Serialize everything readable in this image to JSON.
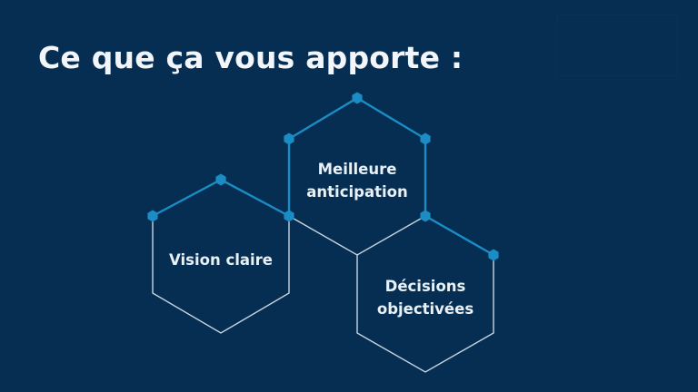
{
  "slide": {
    "title": "Ce que ça vous apporte :",
    "background_color": "#052e52",
    "accent_color": "#1b8cc4",
    "line_color": "#c9d6e0"
  },
  "benefits": [
    {
      "id": "vision",
      "lines": [
        "Vision claire"
      ]
    },
    {
      "id": "anticipation",
      "lines": [
        "Meilleure",
        "anticipation"
      ]
    },
    {
      "id": "decisions",
      "lines": [
        "Décisions",
        "objectivées"
      ]
    }
  ],
  "icons": {
    "node": "hexagon-node-icon"
  }
}
